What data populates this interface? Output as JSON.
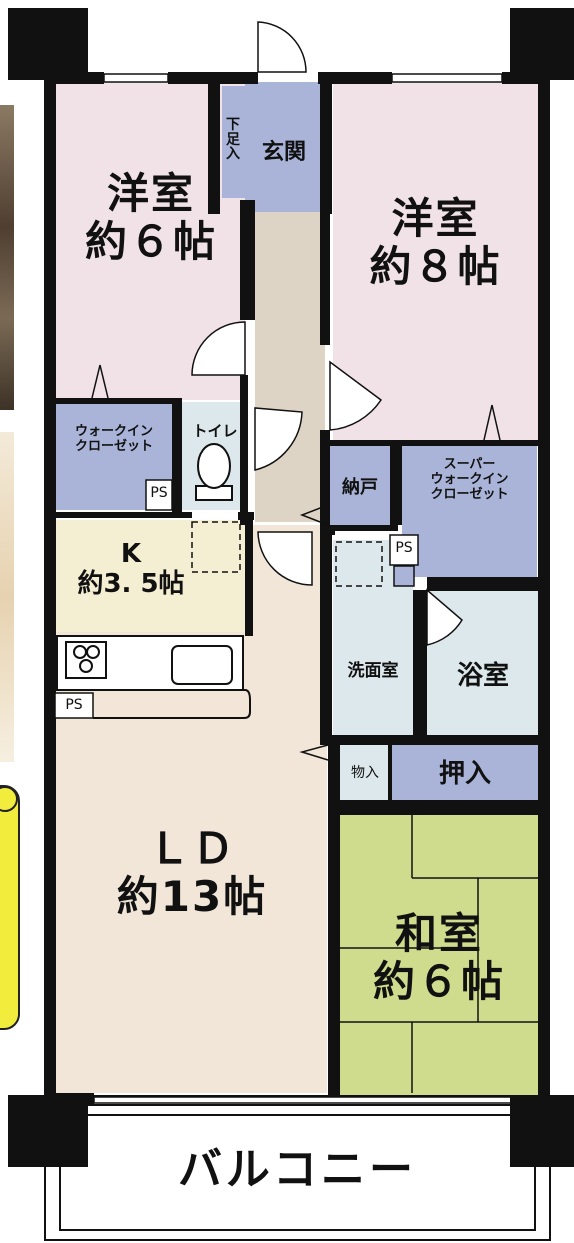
{
  "colors": {
    "western_room": "#f0e2e6",
    "closet": "#a9b4d8",
    "entrance": "#a9b4d8",
    "corridor": "#ddd4c6",
    "kitchen": "#f4efd3",
    "living": "#f2e6d8",
    "washroom": "#dce8ec",
    "bath": "#dce8ec",
    "japanese": "#cfdc8e",
    "wall": "#111111",
    "callout": "#f2ec3c",
    "photo_left": "#6d5a45",
    "photo_left2": "#efe2c8"
  },
  "rooms": {
    "western_a": {
      "line1": "洋室",
      "line2": "約６帖"
    },
    "western_b": {
      "line1": "洋室",
      "line2": "約８帖"
    },
    "entrance": "玄関",
    "shoe_box": "下足入",
    "walk_in_closet": {
      "line1": "ウォークイン",
      "line2": "クローゼット"
    },
    "toilet": "トイレ",
    "storage": "納戸",
    "super_walk_in": {
      "line1": "スーパー",
      "line2": "ウォークイン",
      "line3": "クローゼット"
    },
    "kitchen": {
      "line1": "K",
      "line2": "約3. 5帖"
    },
    "washroom": "洗面室",
    "bath": "浴室",
    "closet_storage": "物入",
    "closet_oshiire": "押入",
    "living": {
      "line1": "ＬＤ",
      "line2": "約13帖"
    },
    "japanese": {
      "line1": "和室",
      "line2": "約６帖"
    },
    "balcony": "バルコニー"
  },
  "ps_labels": [
    "PS",
    "PS",
    "PS"
  ]
}
